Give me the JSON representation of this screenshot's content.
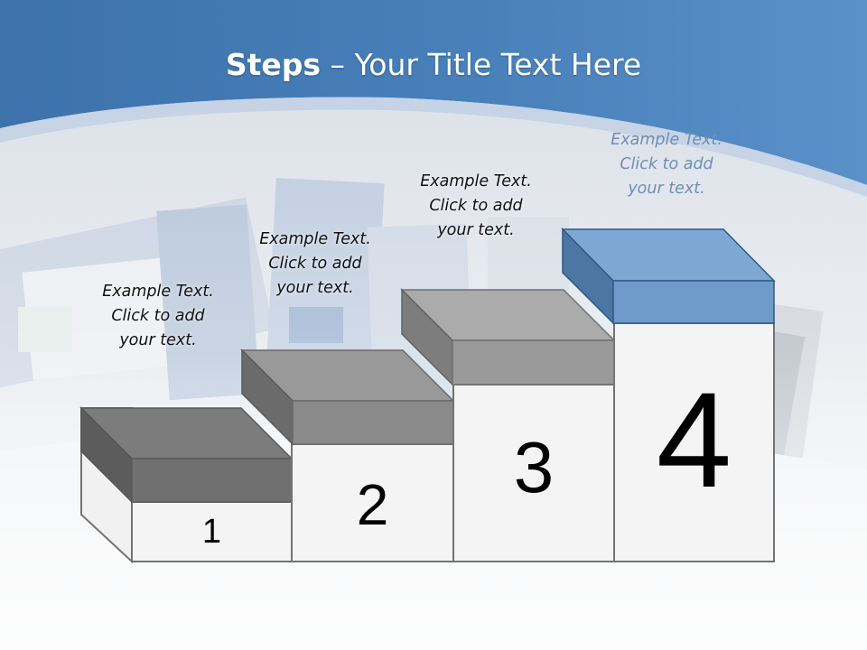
{
  "slide": {
    "title_strong": "Steps",
    "title_rest": " – Your Title Text Here"
  },
  "colors": {
    "header_blue": "#3f76b0",
    "header_blue_light": "#5a8fc8",
    "step_blue": "#7ba6d3",
    "step_gray": "#8c8c8c",
    "step_gray_dark": "#5e5e5e",
    "outline": "#707070"
  },
  "steps": [
    {
      "number": "1",
      "text": [
        "Example Text.",
        "Click  to add",
        "your text."
      ]
    },
    {
      "number": "2",
      "text": [
        "Example Text.",
        "Click  to add",
        "your text."
      ]
    },
    {
      "number": "3",
      "text": [
        "Example Text.",
        "Click  to add",
        "your text."
      ]
    },
    {
      "number": "4",
      "text": [
        "Example Text.",
        "Click  to add",
        "your text."
      ]
    }
  ]
}
